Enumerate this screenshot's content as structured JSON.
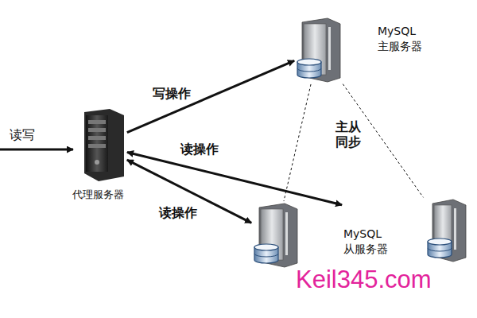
{
  "diagram": {
    "nodes": [
      {
        "text": [
          "MySQL 主服务器"
        ]
      },
      {
        "text": [
          "代理服务器"
        ]
      },
      {
        "text": []
      },
      {
        "text": [
          "MySQL 从服务器"
        ]
      }
    ],
    "edges": [
      {
        "from": 1,
        "to": 0,
        "arrow": "to",
        "label": "写操作"
      },
      {
        "from": 1,
        "to": 3,
        "arrow": "both",
        "label": "读操作"
      },
      {
        "from": 1,
        "to": 2,
        "arrow": "both",
        "label": "读操作"
      },
      {
        "from": 0,
        "to": 2,
        "arrow": "none"
      },
      {
        "from": 0,
        "to": 3,
        "arrow": "none"
      }
    ],
    "labels": [
      "读写",
      "主从同步",
      "Keil345.com"
    ]
  }
}
